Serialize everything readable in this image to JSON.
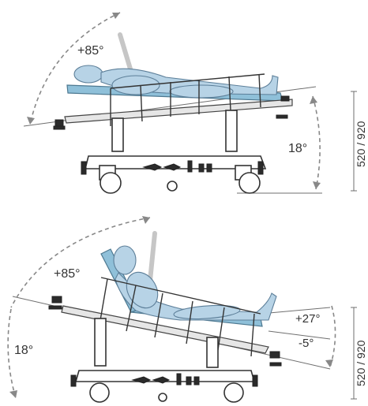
{
  "top_diagram": {
    "back_angle": "+85°",
    "base_angle": "18°",
    "height_range": "520 / 920"
  },
  "bottom_diagram": {
    "back_angle": "+85°",
    "base_angle": "18°",
    "tilt_up": "+27°",
    "tilt_down": "-5°",
    "height_range": "520 / 920"
  },
  "colors": {
    "mattress": "#8fc0d9",
    "patient": "#b7d3e6",
    "frame": "#333333"
  }
}
